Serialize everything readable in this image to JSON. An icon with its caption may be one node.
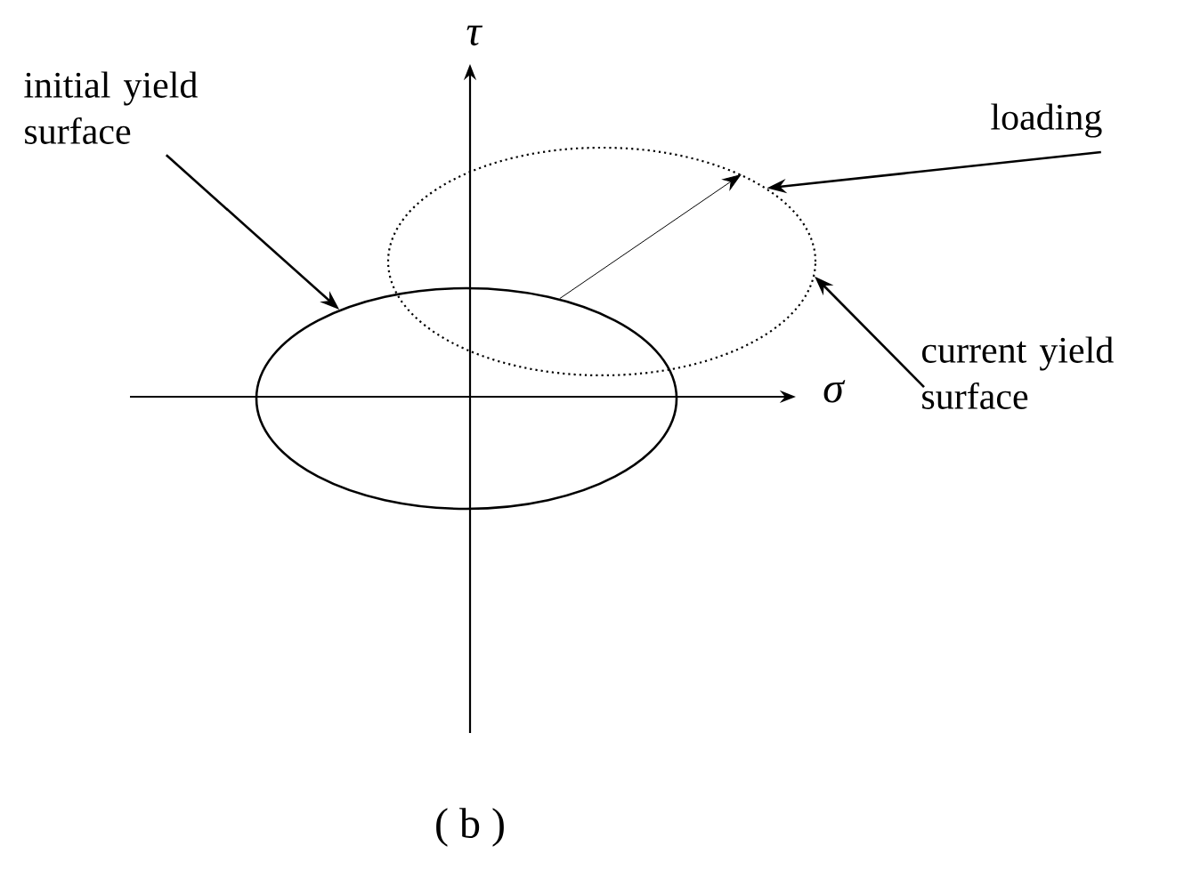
{
  "diagram": {
    "caption": "( b )",
    "nodes": [
      {
        "text": [
          "initial yield surface"
        ]
      },
      {
        "text": [],
        "shape": "ellipse"
      },
      {
        "text": [],
        "shape": "ellipse"
      },
      {
        "text": [
          "loading"
        ]
      },
      {
        "text": [
          "current yield surface"
        ]
      }
    ],
    "edges": [
      {
        "from": 0,
        "to": 1,
        "arrow": "to"
      },
      {
        "from": 1,
        "to": 2,
        "arrow": "to"
      },
      {
        "from": 3,
        "to": 2,
        "arrow": "to"
      },
      {
        "from": 4,
        "to": 2,
        "arrow": "to"
      }
    ],
    "labels": [
      "τ",
      "σ"
    ]
  }
}
